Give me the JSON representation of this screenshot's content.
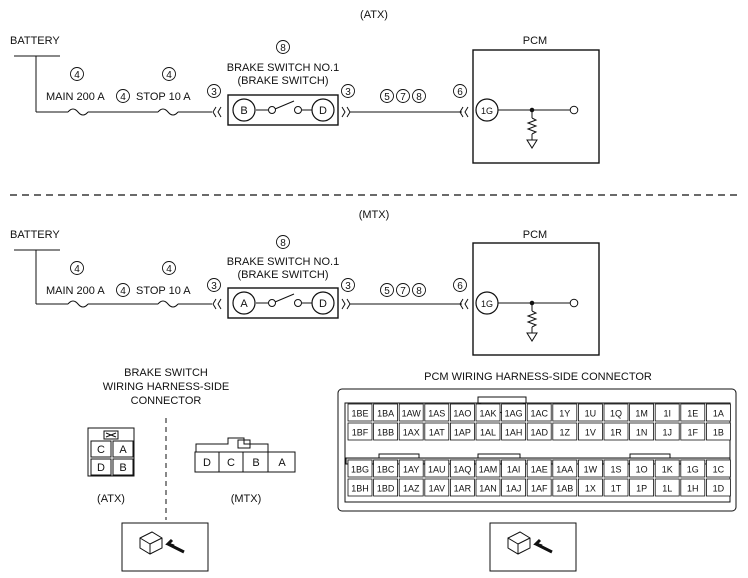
{
  "atx": {
    "section_label": "(ATX)",
    "battery": "BATTERY",
    "main_fuse": "MAIN 200 A",
    "stop_fuse": "STOP 10 A",
    "switch_title_1": "BRAKE SWITCH NO.1",
    "switch_title_2": "(BRAKE SWITCH)",
    "switch_left_terminal": "B",
    "switch_right_terminal": "D",
    "pcm": "PCM",
    "pcm_terminal": "1G",
    "n4a": "4",
    "n4b": "4",
    "n4c": "4",
    "n8": "8",
    "n3a": "3",
    "n3b": "3",
    "n5": "5",
    "n7": "7",
    "n8b": "8",
    "n6": "6"
  },
  "mtx": {
    "section_label": "(MTX)",
    "battery": "BATTERY",
    "main_fuse": "MAIN 200 A",
    "stop_fuse": "STOP 10 A",
    "switch_title_1": "BRAKE SWITCH NO.1",
    "switch_title_2": "(BRAKE SWITCH)",
    "switch_left_terminal": "A",
    "switch_right_terminal": "D",
    "pcm": "PCM",
    "pcm_terminal": "1G",
    "n4a": "4",
    "n4b": "4",
    "n4c": "4",
    "n8": "8",
    "n3a": "3",
    "n3b": "3",
    "n5": "5",
    "n7": "7",
    "n8b": "8",
    "n6": "6"
  },
  "brake_connector": {
    "title_1": "BRAKE SWITCH",
    "title_2": "WIRING HARNESS-SIDE",
    "title_3": "CONNECTOR",
    "atx_pins": [
      "C",
      "A",
      "D",
      "B"
    ],
    "mtx_pins": [
      "D",
      "C",
      "B",
      "A"
    ],
    "atx_label": "(ATX)",
    "mtx_label": "(MTX)"
  },
  "pcm_connector": {
    "title": "PCM WIRING HARNESS-SIDE CONNECTOR",
    "rows": [
      [
        "1BE",
        "1BA",
        "1AW",
        "1AS",
        "1AO",
        "1AK",
        "1AG",
        "1AC",
        "1Y",
        "1U",
        "1Q",
        "1M",
        "1I",
        "1E",
        "1A"
      ],
      [
        "1BF",
        "1BB",
        "1AX",
        "1AT",
        "1AP",
        "1AL",
        "1AH",
        "1AD",
        "1Z",
        "1V",
        "1R",
        "1N",
        "1J",
        "1F",
        "1B"
      ],
      [
        "1BG",
        "1BC",
        "1AY",
        "1AU",
        "1AQ",
        "1AM",
        "1AI",
        "1AE",
        "1AA",
        "1W",
        "1S",
        "1O",
        "1K",
        "1G",
        "1C"
      ],
      [
        "1BH",
        "1BD",
        "1AZ",
        "1AV",
        "1AR",
        "1AN",
        "1AJ",
        "1AF",
        "1AB",
        "1X",
        "1T",
        "1P",
        "1L",
        "1H",
        "1D"
      ]
    ]
  }
}
